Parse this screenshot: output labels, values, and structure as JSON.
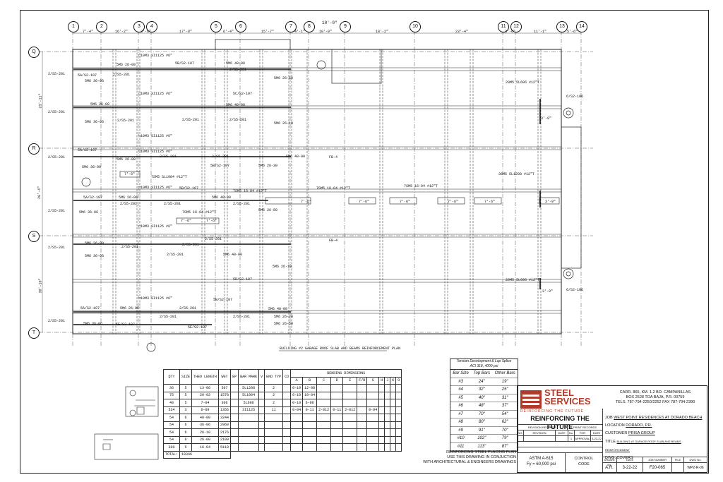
{
  "grid": {
    "columns": [
      "1",
      "2",
      "3",
      "4",
      "5",
      "6",
      "7",
      "8",
      "9",
      "10",
      "11",
      "12",
      "13",
      "14"
    ],
    "rows": [
      "Q",
      "R",
      "S",
      "T"
    ],
    "column_spacing_labels": [
      "7'-4\"",
      "16'-2\"",
      "3'-6\"",
      "17'-0\"",
      "6'-4\"",
      "15'-7\"",
      "4'-1\"",
      "10'-0\"",
      "18'-2\"",
      "23'-4\"",
      "3'-6\"",
      "11'-1\"",
      "5'-6\""
    ],
    "overall_dim": "10'-0\"",
    "row_spacing_labels": [
      "23'-11\"",
      "20'-4\"",
      "30'-10\""
    ]
  },
  "plan": {
    "title": "BUILDING #2 GARAGE ROOF SLAB AND BEAMS REINFORCEMENT PLAN",
    "callouts": {
      "b2s": "2/S5-201",
      "b5a": "5A/S2-107",
      "b5b": "5B/S2-107",
      "b5c": "5C/S2-107",
      "b5d": "5D/S2-107",
      "b5e": "5E/S2-107",
      "m3606": "5M6 36-06",
      "m2600": "5M6 26-00",
      "m2610": "5M6 26-10",
      "m4000": "5M6 40-00",
      "m2650": "5M6 26-50",
      "m2630": "5M6 26-30",
      "m2620": "5M6 26-20",
      "sm": "□10M3 3I1125 #6\"",
      "slab1": "7SM5 SL1904 #12\"T",
      "slab2": "7SM5 16-04 #12\"T",
      "slab3": "7SM5 16-04 #12\"T",
      "slab4": "7SM5 16-04 #12\"T",
      "slab5": "36M5 5L1208 #12\"T",
      "slab6": "20M5 5L606 #12\"T",
      "slab7": "20M5 5L606 #12\"T",
      "fb4": "FB-4",
      "dim76": "7'-6\"",
      "dim39": "3'-9\"",
      "s6": "6/S2-106"
    }
  },
  "schedule": {
    "headers": [
      "QTY",
      "SIZE",
      "THEO LENGTH",
      "WGT",
      "EP",
      "BAR MARK",
      "V",
      "END TYP",
      "CD",
      "A",
      "B",
      "C",
      "D",
      "E",
      "F/R",
      "G",
      "H",
      "J",
      "K",
      "O"
    ],
    "bending_header": "BENDING DIMENSIONS",
    "rows": [
      [
        "36",
        "5",
        "13-06",
        "507",
        "",
        "5L1208",
        "",
        "2",
        "",
        "0-10",
        "12-08",
        "",
        "",
        "",
        "",
        "",
        "",
        "",
        "",
        ""
      ],
      [
        "75",
        "5",
        "20-02",
        "1578",
        "",
        "5L1904",
        "",
        "2",
        "",
        "0-10",
        "19-04",
        "",
        "",
        "",
        "",
        "",
        "",
        "",
        "",
        ""
      ],
      [
        "40",
        "5",
        "7-04",
        "306",
        "",
        "5L606",
        "",
        "2",
        "",
        "0-10",
        "6-06",
        "",
        "",
        "",
        "",
        "",
        "",
        "",
        "",
        ""
      ],
      [
        "534",
        "3",
        "6-09",
        "1356",
        "",
        "3I1125",
        "",
        "11",
        "",
        "0-04",
        "0-11",
        "2-012",
        "0-11",
        "2-012",
        "",
        "0-04",
        "",
        "",
        "",
        ""
      ],
      [
        "54",
        "6",
        "40-00",
        "3244",
        "",
        "",
        "",
        "",
        "",
        "",
        "",
        "",
        "",
        "",
        "",
        "",
        "",
        "",
        "",
        ""
      ],
      [
        "54",
        "6",
        "36-06",
        "2960",
        "",
        "",
        "",
        "",
        "",
        "",
        "",
        "",
        "",
        "",
        "",
        "",
        "",
        "",
        "",
        ""
      ],
      [
        "54",
        "6",
        "26-10",
        "2176",
        "",
        "",
        "",
        "",
        "",
        "",
        "",
        "",
        "",
        "",
        "",
        "",
        "",
        "",
        "",
        ""
      ],
      [
        "54",
        "6",
        "26-00",
        "2109",
        "",
        "",
        "",
        "",
        "",
        "",
        "",
        "",
        "",
        "",
        "",
        "",
        "",
        "",
        "",
        ""
      ],
      [
        "300",
        "5",
        "16-04",
        "5110",
        "",
        "",
        "",
        "",
        "",
        "",
        "",
        "",
        "",
        "",
        "",
        "",
        "",
        "",
        "",
        ""
      ]
    ],
    "total_label": "TOTAL:",
    "total_value": "19346"
  },
  "lap_splice": {
    "title": "Tension Development & Lap Splice",
    "subtitle": "ACI 318, 4000 psi",
    "headers": [
      "Bar Size",
      "Top Bars",
      "Other Bars"
    ],
    "rows": [
      [
        "#3",
        "24\"",
        "19\""
      ],
      [
        "#4",
        "32\"",
        "25\""
      ],
      [
        "#5",
        "40\"",
        "31\""
      ],
      [
        "#6",
        "48\"",
        "37\""
      ],
      [
        "#7",
        "70\"",
        "54\""
      ],
      [
        "#8",
        "80\"",
        "62\""
      ],
      [
        "#9",
        "91\"",
        "70\""
      ],
      [
        "#10",
        "102\"",
        "79\""
      ],
      [
        "#11",
        "113\"",
        "87\""
      ]
    ]
  },
  "notes": {
    "line1": "REINFORCING STEEL PLACING PLAN",
    "line2": "USE THIS DRAWING IN CONJUCTION",
    "line3": "WITH ARCHITECTURAL & ENGINEERS DRAWINGS"
  },
  "title_block": {
    "logo_line1": "STEEL",
    "logo_line2": "SERVICES",
    "tagline_small": "REINFORCING THE FUTURE",
    "tagline": "REINFORCING THE FUTURE",
    "address1": "CARR. 865, KM. 1.2 BO. CAMPANILLAS",
    "address2": "BOX 2528 TOA BAJA, P.R. 00759",
    "address3": "TELS. 787-794-2250/2252  FAX 787-794-2390",
    "job_label": "JOB",
    "job": "WEST POINT RESIDENCES AT DORADO BEACH",
    "location_label": "LOCATION",
    "location": "DORADO, P.R.",
    "customer_label": "CUSTOMER",
    "customer": "PRISA GROUP",
    "title_label": "TITLE",
    "title": "BUILDING #2 GARAGE ROOF SLAB AND BEAMS REINFORCEMENT",
    "dwg_label": "DWG. COVERS",
    "revision_records": "REVISION RECORDS",
    "print_records": "PRINT RECORDS",
    "rev_cols": [
      "NO.",
      "REVISION",
      "DATE",
      "No.",
      "FOR",
      "DATE"
    ],
    "rev_row": [
      "",
      "",
      "",
      "1",
      "APPROVAL",
      "3-22-22"
    ],
    "astm": "ASTM A-615",
    "fy": "Fy = 60,000 psi",
    "control": "CONTROL CODE",
    "drawn_by_label": "DRAWN BY",
    "date_label": "DATE",
    "job_number_label": "JOB NUMBER",
    "file_label": "FILE",
    "dwg_no_label": "DWG No.",
    "drawn_by": "A.R.",
    "date": "3-22-22",
    "job_number": "F20-065",
    "dwg_no": "WP2-R-06"
  }
}
